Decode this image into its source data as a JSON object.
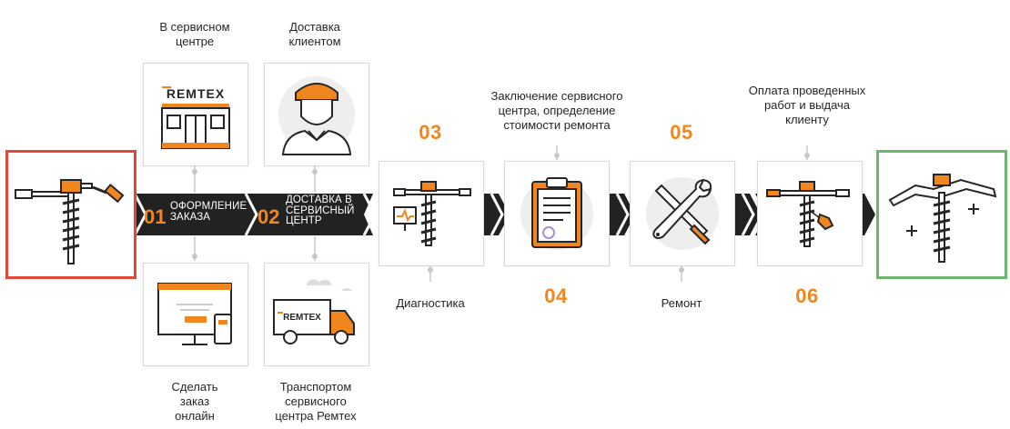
{
  "colors": {
    "orange": "#f0861e",
    "dark": "#262626",
    "start_border": "#e2483a",
    "end_border": "#6db56b"
  },
  "logo_text": "REMTEX",
  "start_icon": "auger-drill-icon",
  "end_icon": "repaired-auger-drill-icon",
  "band_steps": [
    {
      "number": "01",
      "label": "ОФОРМЛЕНИЕ\nЗАКАЗА"
    },
    {
      "number": "02",
      "label": "ДОСТАВКА В\nСЕРВИСНЫЙ\nЦЕНТР"
    }
  ],
  "options": {
    "top_left": {
      "caption": "В сервисном\nцентре",
      "icon": "service-center-building-icon"
    },
    "top_right": {
      "caption": "Доставка\nклиентом",
      "icon": "client-person-icon"
    },
    "bottom_left": {
      "caption": "Сделать\nзаказ\nонлайн",
      "icon": "computer-monitor-icon"
    },
    "bottom_right": {
      "caption": "Транспортом\nсервисного\nцентра Ремтех",
      "icon": "delivery-truck-icon"
    }
  },
  "steps": [
    {
      "number": "03",
      "caption": "Диагностика",
      "icon": "diagnostics-icon"
    },
    {
      "number": "04",
      "caption": "Заключение сервисного\nцентра, определение\nстоимости ремонта",
      "icon": "clipboard-icon"
    },
    {
      "number": "05",
      "caption": "Ремонт",
      "icon": "wrench-screwdriver-icon"
    },
    {
      "number": "06",
      "caption": "Оплата проведенных\nработ и выдача\nклиенту",
      "icon": "auger-with-tag-icon"
    }
  ]
}
